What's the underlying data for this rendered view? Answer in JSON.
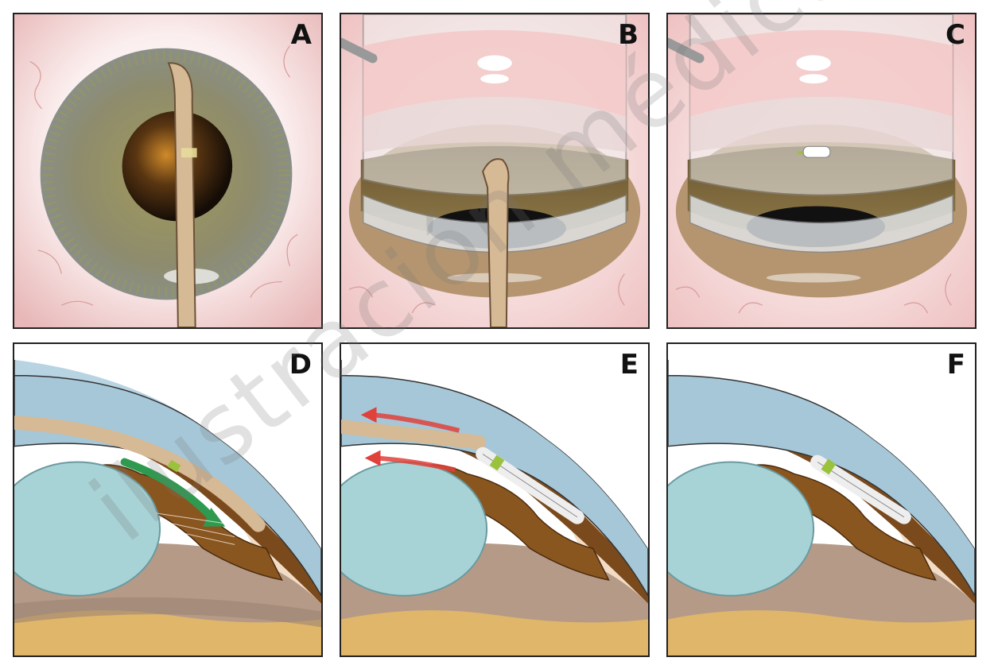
{
  "panels": [
    {
      "id": "A",
      "label": "A"
    },
    {
      "id": "B",
      "label": "B"
    },
    {
      "id": "C",
      "label": "C"
    },
    {
      "id": "D",
      "label": "D"
    },
    {
      "id": "E",
      "label": "E"
    },
    {
      "id": "F",
      "label": "F"
    }
  ],
  "watermark": {
    "text": "ilustración médica"
  },
  "colors": {
    "sclera": "#f6dede",
    "iris": "#8b8b6a",
    "pupil": "#1e140c",
    "probe": "#d6b995",
    "cornea": "#b8d4e3",
    "lens": "#a8d3d6",
    "uvea": "#7a4a1c",
    "stent": "#eeeeee",
    "stent_marker": "#9ac23c",
    "arrow_green": "#2e9a4f",
    "arrow_red": "#e0413a"
  }
}
